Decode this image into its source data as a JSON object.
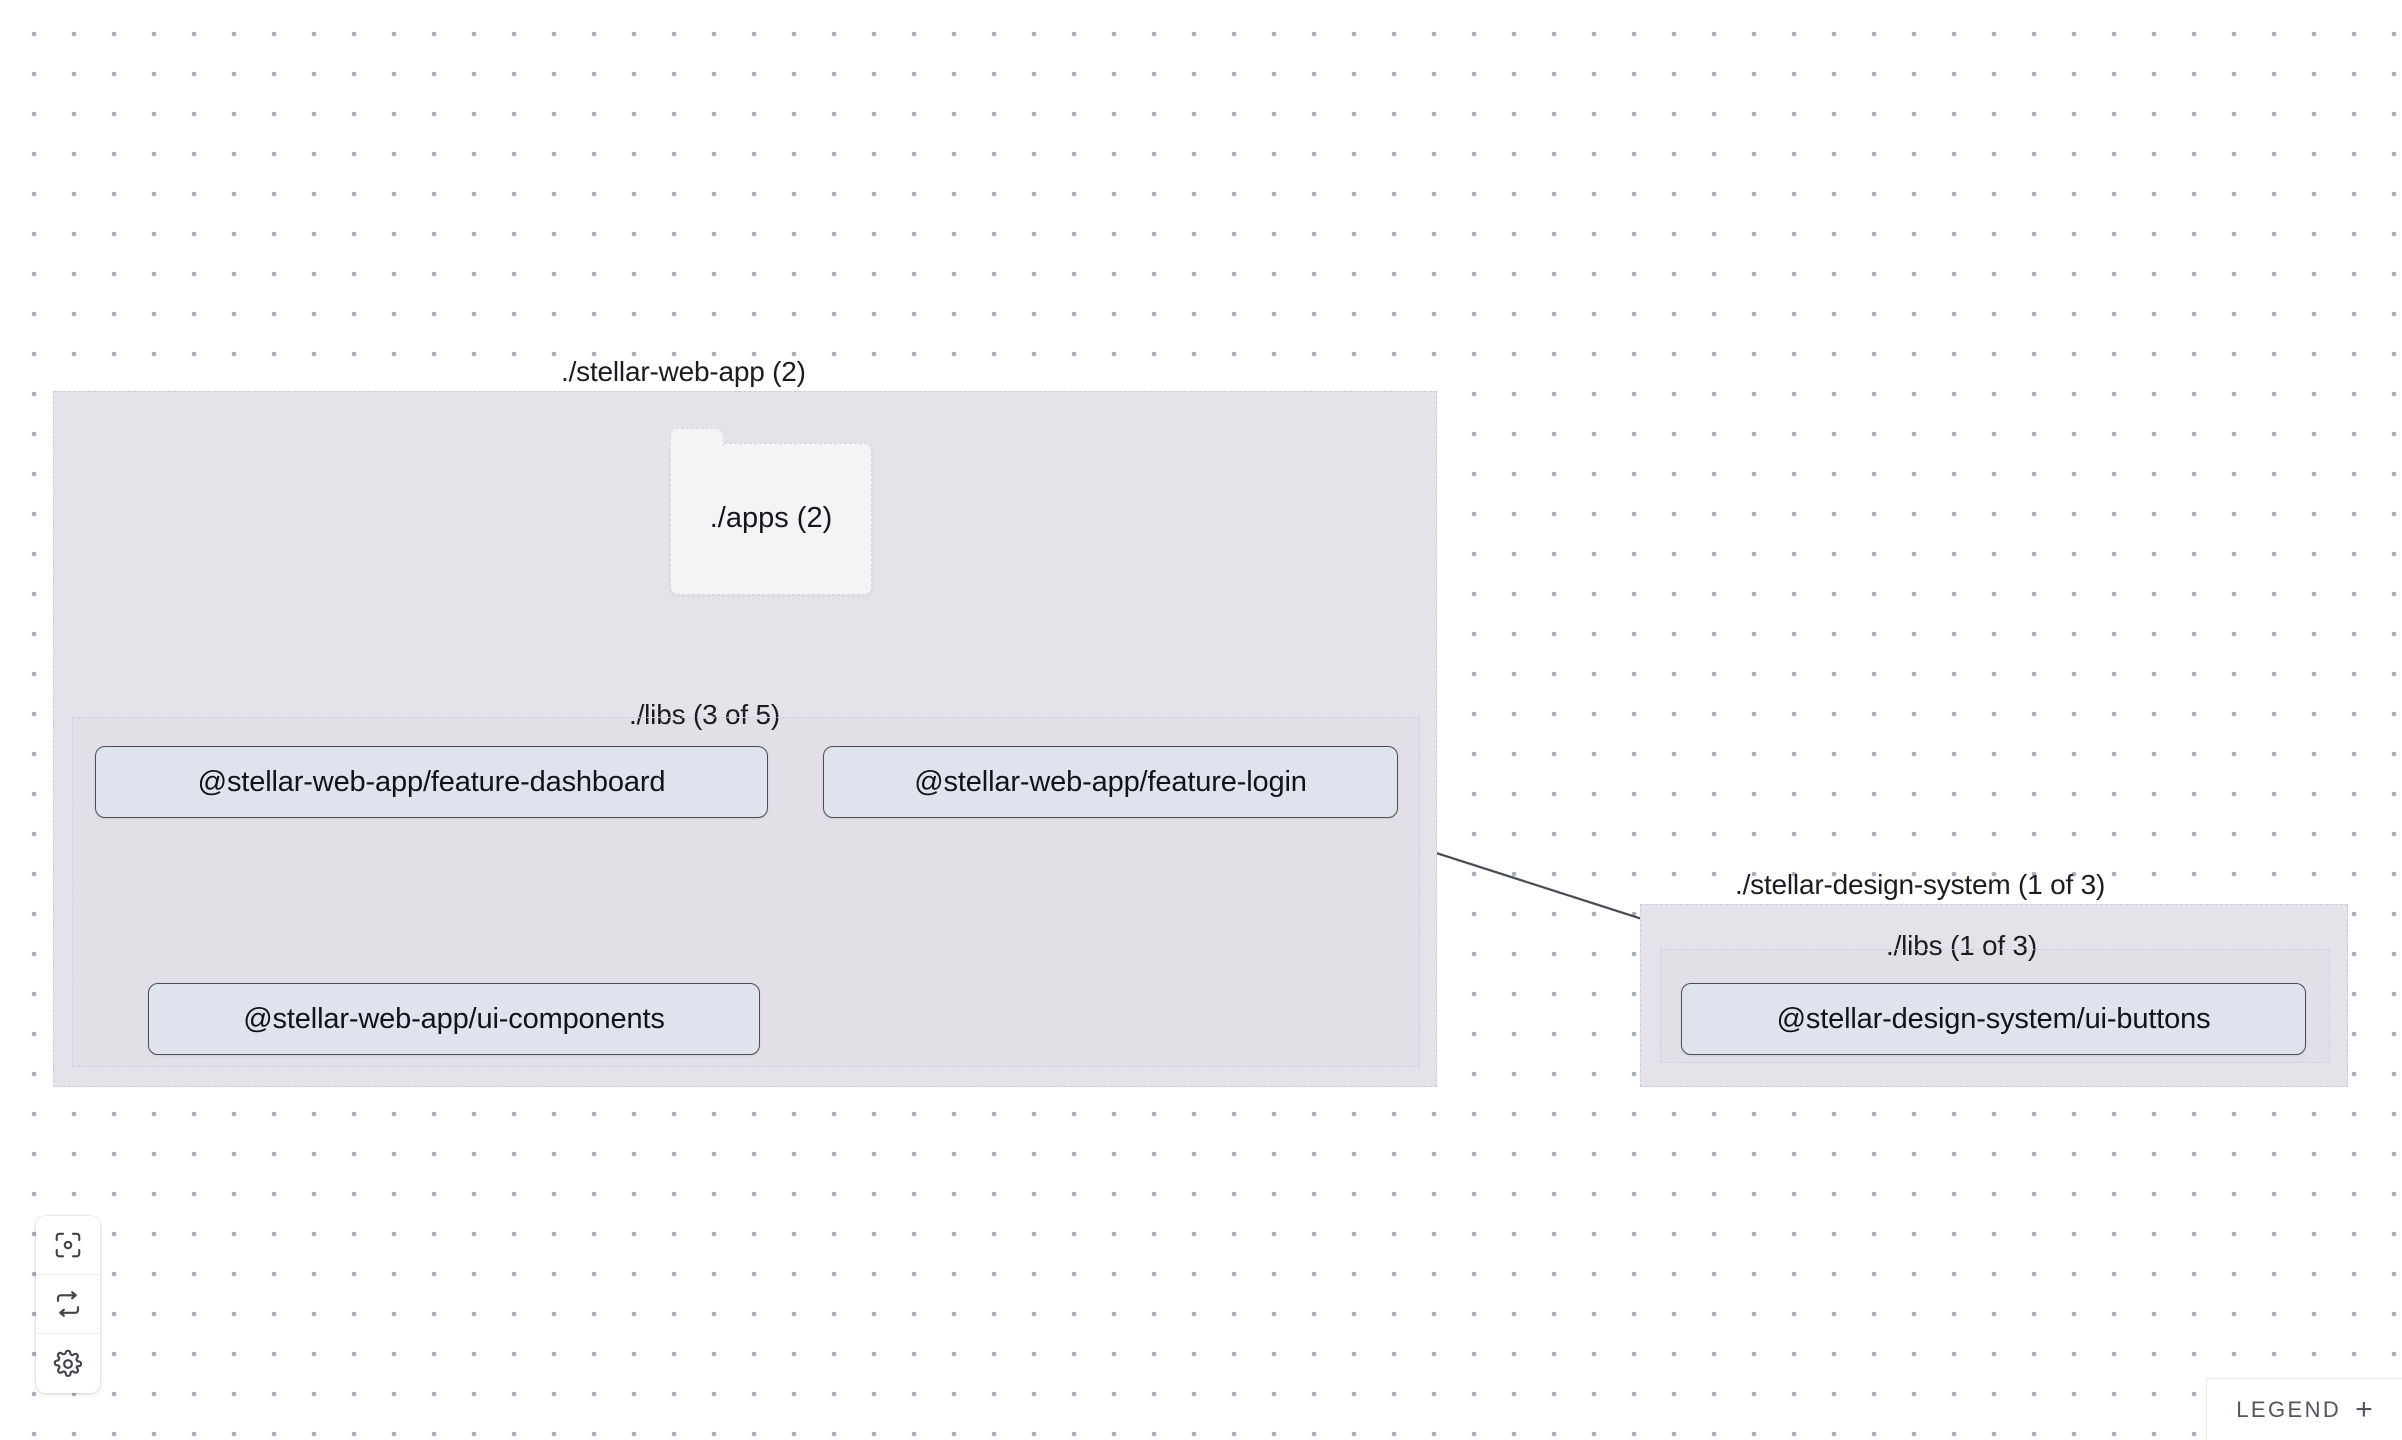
{
  "canvas": {
    "background_color": "#ffffff",
    "dot_color": "#a3afc0"
  },
  "groups": [
    {
      "id": "stellar-web-app",
      "label": "./stellar-web-app (2)",
      "fill": "#e5e3e9",
      "border": "#cfcbd6"
    },
    {
      "id": "stellar-web-app-libs",
      "label": "./libs (3 of 5)",
      "fill": "rgba(0,0,0,0.012)",
      "border": "#d2cfd9"
    },
    {
      "id": "stellar-design-system",
      "label": "./stellar-design-system (1 of 3)",
      "fill": "#e5e3e9",
      "border": "#cfcbd6"
    },
    {
      "id": "stellar-design-system-libs",
      "label": "./libs (1 of 3)",
      "fill": "rgba(0,0,0,0.012)",
      "border": "#d2cfd9"
    }
  ],
  "folders": [
    {
      "id": "apps-folder",
      "label": "./apps (2)",
      "fill": "#f4f4f7"
    }
  ],
  "nodes": [
    {
      "id": "feature-dashboard",
      "label": "@stellar-web-app/feature-dashboard"
    },
    {
      "id": "feature-login",
      "label": "@stellar-web-app/feature-login"
    },
    {
      "id": "ui-components",
      "label": "@stellar-web-app/ui-components"
    },
    {
      "id": "ui-buttons",
      "label": "@stellar-design-system/ui-buttons"
    }
  ],
  "node_style": {
    "fill": "#dfe3ee",
    "border": "#4b4d57",
    "text": "#121318"
  },
  "edges": [
    {
      "from": "apps-folder",
      "to": "feature-dashboard",
      "style": "dashed"
    },
    {
      "from": "apps-folder",
      "to": "feature-login",
      "style": "dashed"
    },
    {
      "from": "feature-dashboard",
      "to": "ui-components",
      "style": "solid"
    },
    {
      "from": "feature-login",
      "to": "ui-components",
      "style": "solid"
    },
    {
      "from": "feature-login",
      "to": "ui-buttons",
      "style": "solid"
    }
  ],
  "edge_style": {
    "color": "#4a4c55"
  },
  "controls": [
    {
      "id": "focus",
      "icon": "focus-target-icon",
      "label": "Focus graph"
    },
    {
      "id": "refresh",
      "icon": "refresh-icon",
      "label": "Refresh graph"
    },
    {
      "id": "settings",
      "icon": "gear-icon",
      "label": "Graph settings"
    }
  ],
  "legend": {
    "label": "LEGEND",
    "expand_glyph": "+"
  }
}
